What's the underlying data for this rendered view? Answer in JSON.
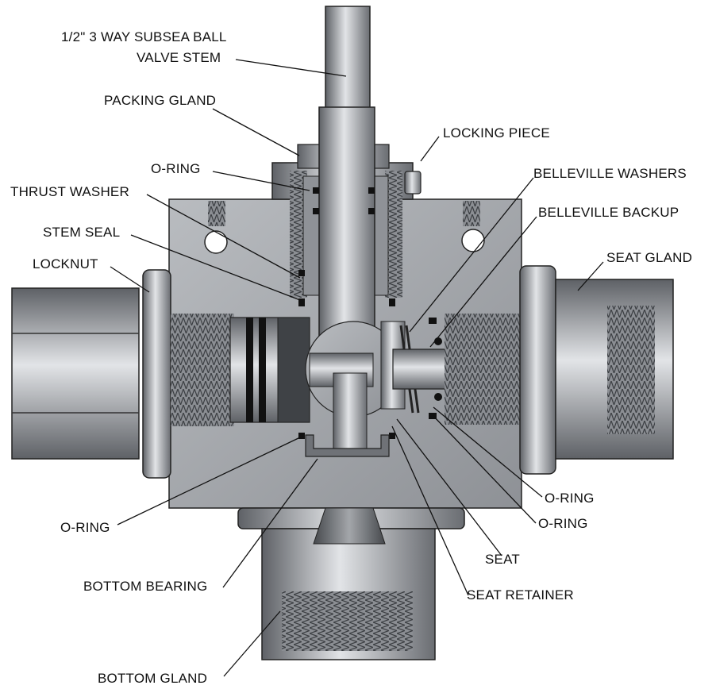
{
  "title_line1": "1/2\" 3 WAY SUBSEA BALL",
  "title_line2": "VALVE STEM",
  "labels": {
    "packing_gland": "PACKING GLAND",
    "locking_piece": "LOCKING PIECE",
    "o_ring_top": "O-RING",
    "belleville_washers": "BELLEVILLE WASHERS",
    "thrust_washer": "THRUST WASHER",
    "belleville_backup": "BELLEVILLE BACKUP",
    "stem_seal": "STEM SEAL",
    "seat_gland": "SEAT GLAND",
    "locknut": "LOCKNUT",
    "o_ring_right_1": "O-RING",
    "o_ring_right_2": "O-RING",
    "o_ring_left": "O-RING",
    "seat": "SEAT",
    "bottom_bearing": "BOTTOM BEARING",
    "seat_retainer": "SEAT RETAINER",
    "bottom_gland": "BOTTOM GLAND"
  },
  "colors": {
    "metal_dark": "#5e6166",
    "metal_mid": "#9a9da2",
    "metal_light": "#d8dadd",
    "outline": "#222222",
    "o_ring": "#111111"
  }
}
